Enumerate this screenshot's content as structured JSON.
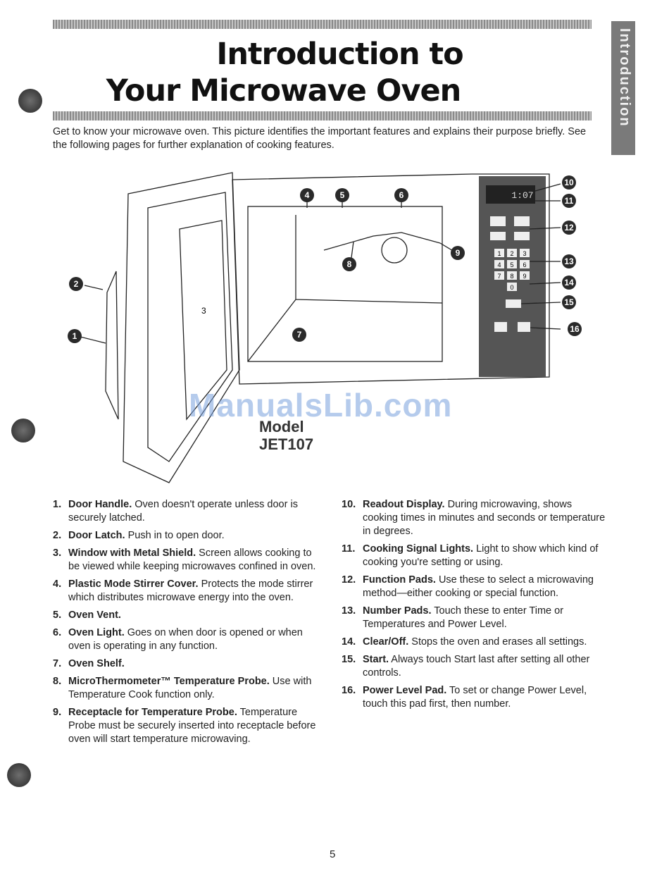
{
  "header": {
    "title_line1": "Introduction to",
    "title_line2": "Your Microwave Oven",
    "side_tab": "Introduction"
  },
  "intro": "Get to know your microwave oven. This picture identifies the important features and explains their purpose briefly. See the following pages for further explanation of cooking features.",
  "diagram": {
    "door_label": "3",
    "display_text": "1:07",
    "callouts": [
      "1",
      "2",
      "4",
      "5",
      "6",
      "7",
      "8",
      "9",
      "10",
      "11",
      "12",
      "13",
      "14",
      "15",
      "16"
    ],
    "keypad": [
      "1",
      "2",
      "3",
      "4",
      "5",
      "6",
      "7",
      "8",
      "9",
      "0"
    ]
  },
  "model": {
    "line1": "Model",
    "line2": "JET107"
  },
  "watermark": "ManualsLib.com",
  "features_left": [
    {
      "num": "1.",
      "term": "Door Handle.",
      "desc": " Oven doesn't operate unless door is securely latched."
    },
    {
      "num": "2.",
      "term": "Door Latch.",
      "desc": " Push in to open door."
    },
    {
      "num": "3.",
      "term": "Window with Metal Shield.",
      "desc": " Screen allows cooking to be viewed while keeping microwaves confined in oven."
    },
    {
      "num": "4.",
      "term": "Plastic Mode Stirrer Cover.",
      "desc": " Protects the mode stirrer which distributes microwave energy into the oven."
    },
    {
      "num": "5.",
      "term": "Oven Vent.",
      "desc": ""
    },
    {
      "num": "6.",
      "term": "Oven Light.",
      "desc": " Goes on when door is opened or when oven is operating in any function."
    },
    {
      "num": "7.",
      "term": "Oven Shelf.",
      "desc": ""
    },
    {
      "num": "8.",
      "term": "MicroThermometer™ Temperature Probe.",
      "desc": " Use with Temperature Cook function only."
    },
    {
      "num": "9.",
      "term": "Receptacle for Temperature Probe.",
      "desc": " Temperature Probe must be securely inserted into receptacle before oven will start temperature microwaving."
    }
  ],
  "features_right": [
    {
      "num": "10.",
      "term": "Readout Display.",
      "desc": " During microwaving, shows cooking times in minutes and seconds or temperature in degrees."
    },
    {
      "num": "11.",
      "term": "Cooking Signal Lights.",
      "desc": " Light to show which kind of cooking you're setting or using."
    },
    {
      "num": "12.",
      "term": "Function Pads.",
      "desc": " Use these to select a microwaving method—either cooking or special function."
    },
    {
      "num": "13.",
      "term": "Number Pads.",
      "desc": " Touch these to enter Time or Temperatures and Power Level."
    },
    {
      "num": "14.",
      "term": "Clear/Off.",
      "desc": " Stops the oven and erases all settings."
    },
    {
      "num": "15.",
      "term": "Start.",
      "desc": " Always touch Start last after setting all other controls."
    },
    {
      "num": "16.",
      "term": "Power Level Pad.",
      "desc": " To set or change Power Level, touch this pad first, then number."
    }
  ],
  "page_number": "5"
}
